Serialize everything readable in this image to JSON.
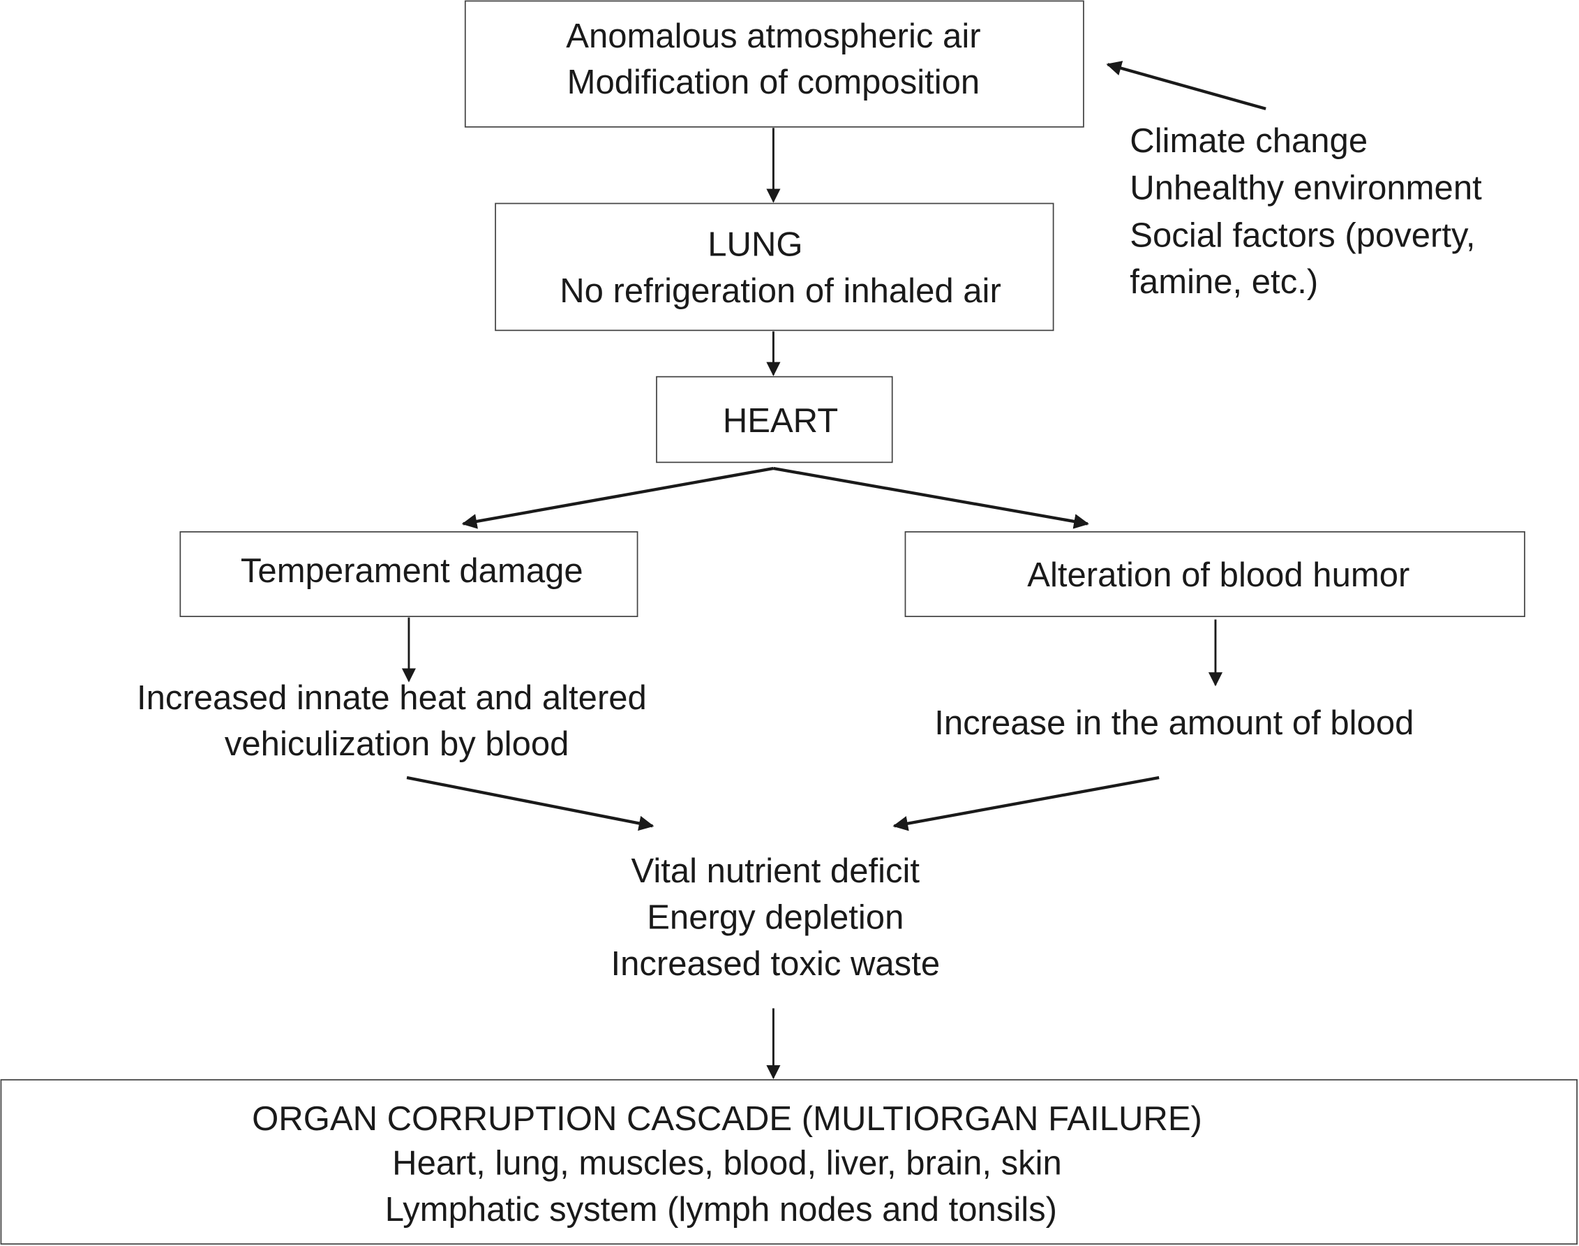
{
  "diagram": {
    "nodes": {
      "atmospheric_air": {
        "lines": [
          "Anomalous atmospheric air",
          "Modification of composition"
        ]
      },
      "causes": {
        "lines": [
          "Climate change",
          "Unhealthy environment",
          "Social factors (poverty,",
          "famine, etc.)"
        ]
      },
      "lung": {
        "lines": [
          "LUNG",
          "No refrigeration of inhaled air"
        ]
      },
      "heart": {
        "lines": [
          "HEART"
        ]
      },
      "temperament": {
        "lines": [
          "Temperament damage"
        ]
      },
      "blood_humor": {
        "lines": [
          "Alteration of blood humor"
        ]
      },
      "innate_heat": {
        "lines": [
          "Increased innate heat and altered",
          "vehiculization by blood"
        ]
      },
      "blood_amount": {
        "lines": [
          "Increase in the amount of blood"
        ]
      },
      "deficit": {
        "lines": [
          "Vital nutrient deficit",
          "Energy depletion",
          "Increased toxic waste"
        ]
      },
      "organ_cascade": {
        "lines": [
          "ORGAN CORRUPTION CASCADE (MULTIORGAN FAILURE)",
          "Heart, lung, muscles, blood, liver, brain, skin",
          "Lymphatic system (lymph nodes and tonsils)"
        ]
      }
    },
    "edges": [
      {
        "from": "causes",
        "to": "atmospheric_air"
      },
      {
        "from": "atmospheric_air",
        "to": "lung"
      },
      {
        "from": "lung",
        "to": "heart"
      },
      {
        "from": "heart",
        "to": "temperament"
      },
      {
        "from": "heart",
        "to": "blood_humor"
      },
      {
        "from": "temperament",
        "to": "innate_heat"
      },
      {
        "from": "blood_humor",
        "to": "blood_amount"
      },
      {
        "from": "innate_heat",
        "to": "deficit"
      },
      {
        "from": "blood_amount",
        "to": "deficit"
      },
      {
        "from": "deficit",
        "to": "organ_cascade"
      }
    ]
  }
}
